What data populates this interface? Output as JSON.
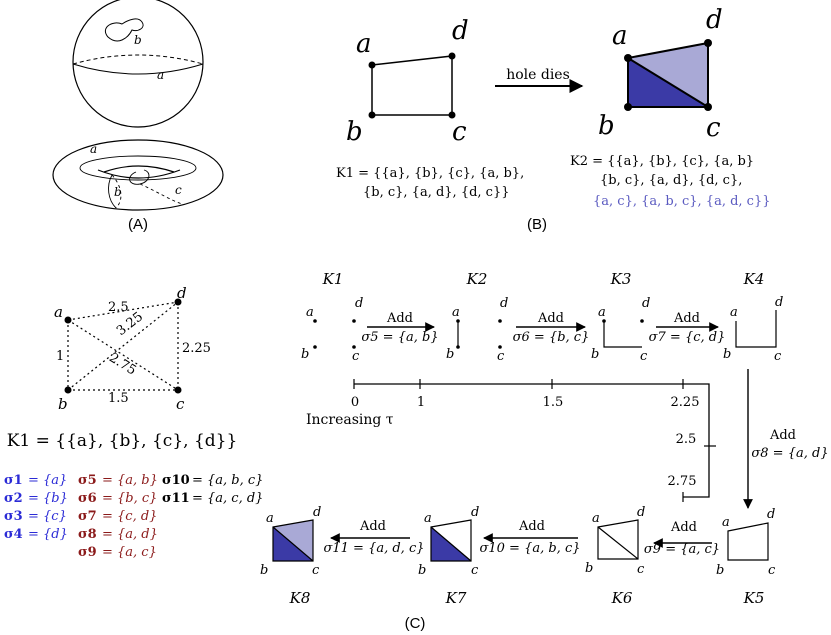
{
  "panel_labels": {
    "a": "(A)",
    "b": "(B)",
    "c": "(C)"
  },
  "colors": {
    "dark": "#3b3aa6",
    "light": "#a9a9d6",
    "red": "#8b1a1a",
    "blue": "#2b2bd6"
  },
  "panel_a": {
    "sphere_loop_label": "b",
    "sphere_equator_label": "a",
    "torus_labels": [
      "a",
      "b",
      "c"
    ]
  },
  "panel_b": {
    "vertices": [
      "a",
      "b",
      "c",
      "d"
    ],
    "arrow_label": "hole dies",
    "k1_line1": "K1 = {{a}, {b}, {c}, {a, b},",
    "k1_line2": "{b, c}, {a, d}, {d, c}}",
    "k2_line1": "K2 = {{a}, {b}, {c}, {a, b}",
    "k2_line2": "{b, c}, {a, d}, {d, c},",
    "k2_line3": "{a, c}, {a, b, c}, {a, d, c}}"
  },
  "panel_c": {
    "graph": {
      "vertices": [
        "a",
        "b",
        "c",
        "d"
      ],
      "edge_labels": [
        "2.5",
        "3.25",
        "2.75",
        "1",
        "2.25",
        "1.5"
      ],
      "caption": "K1 = {{a}, {b}, {c}, {d}}"
    },
    "simplices": {
      "blue": [
        [
          "σ1",
          "= {a}"
        ],
        [
          "σ2",
          "= {b}"
        ],
        [
          "σ3",
          "= {c}"
        ],
        [
          "σ4",
          "= {d}"
        ]
      ],
      "red": [
        [
          "σ5",
          "= {a, b}"
        ],
        [
          "σ6",
          "= {b, c}"
        ],
        [
          "σ7",
          "= {c, d}"
        ],
        [
          "σ8",
          "= {a, d}"
        ],
        [
          "σ9",
          "= {a, c}"
        ]
      ],
      "black": [
        [
          "σ10",
          "= {a, b, c}"
        ],
        [
          "σ11",
          "= {a, c, d}"
        ]
      ]
    },
    "complex_names": [
      "K1",
      "K2",
      "K3",
      "K4",
      "K5",
      "K6",
      "K7",
      "K8"
    ],
    "add_word": "Add",
    "steps": [
      "σ5 = {a, b}",
      "σ6 = {b, c}",
      "σ7 = {c, d}",
      "σ8 = {a, d}",
      "σ9 = {a, c}",
      "σ10 = {a, b, c}",
      "σ11 = {a, d, c}"
    ],
    "timeline": {
      "ticks": [
        "0",
        "1",
        "1.5",
        "2.25",
        "2.5",
        "2.75"
      ],
      "label": "Increasing τ"
    }
  }
}
